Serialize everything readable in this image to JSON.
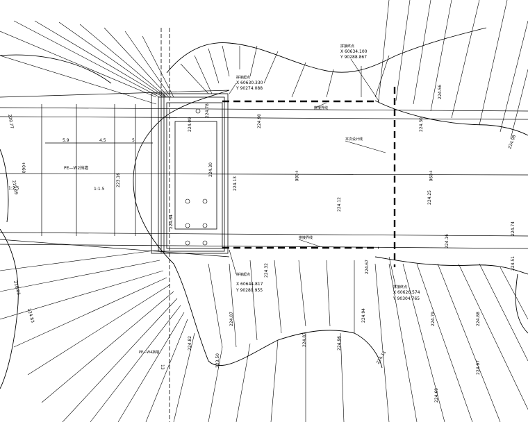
{
  "labels": {
    "pt_top_left": {
      "name": "拼接起点",
      "x": "X 60630.330",
      "y": "Y 90274.088"
    },
    "pt_top_right": {
      "name": "拼接终点",
      "x": "X 60634.100",
      "y": "Y 90288.867"
    },
    "pt_bottom_left": {
      "name": "拼接起点",
      "x": "X 60644.817",
      "y": "Y 90289.955"
    },
    "pt_bottom_right": {
      "name": "拼接终点",
      "x": "X 60626.574",
      "y": "Y 90304.765"
    },
    "top_boundary": "拼接界线",
    "bottom_boundary": "拼接界线",
    "design_line": "本次设计线",
    "station_080": "+080",
    "station_090": "+090",
    "station_060": "+060",
    "wall_pe_w2": "PE—W2挡墙",
    "wall_pe_w4": "PE—W4挡墙",
    "slope_1": "1:2.5",
    "slope_2": "1:1.5",
    "dim_1": "5.9",
    "dim_2": "4.5",
    "dim_3": "5",
    "dim_4": "13",
    "elev": [
      "224.90",
      "224.30",
      "224.08",
      "224.74",
      "224.51",
      "224.16",
      "224.67",
      "224.12",
      "224.25",
      "224.13",
      "224.32",
      "224.56",
      "224.79",
      "224.88",
      "224.97",
      "224.69",
      "224.87",
      "224.87",
      "224.96",
      "224.11",
      "223.50",
      "224.83",
      "218.83",
      "219.69",
      "220.77",
      "223.16",
      "224.30",
      "224.78",
      "224.09",
      "224.64",
      "224.82",
      "224.94"
    ]
  }
}
